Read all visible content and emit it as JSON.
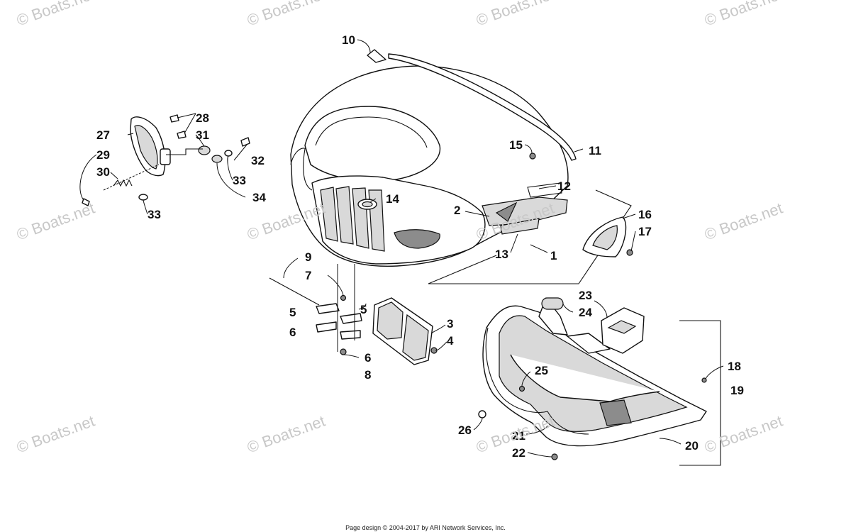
{
  "watermark": {
    "text": "© Boats.net",
    "color": "#c8c8c8"
  },
  "footer": {
    "text": "Page design © 2004-2017 by ARI Network Services, Inc."
  },
  "callouts": [
    {
      "id": "c1",
      "label": "1"
    },
    {
      "id": "c2",
      "label": "2"
    },
    {
      "id": "c3",
      "label": "3"
    },
    {
      "id": "c4",
      "label": "4"
    },
    {
      "id": "c5a",
      "label": "5"
    },
    {
      "id": "c5b",
      "label": "5"
    },
    {
      "id": "c6a",
      "label": "6"
    },
    {
      "id": "c6b",
      "label": "6"
    },
    {
      "id": "c7",
      "label": "7"
    },
    {
      "id": "c8",
      "label": "8"
    },
    {
      "id": "c9",
      "label": "9"
    },
    {
      "id": "c10",
      "label": "10"
    },
    {
      "id": "c11",
      "label": "11"
    },
    {
      "id": "c12",
      "label": "12"
    },
    {
      "id": "c13",
      "label": "13"
    },
    {
      "id": "c14",
      "label": "14"
    },
    {
      "id": "c15",
      "label": "15"
    },
    {
      "id": "c16",
      "label": "16"
    },
    {
      "id": "c17",
      "label": "17"
    },
    {
      "id": "c18",
      "label": "18"
    },
    {
      "id": "c19",
      "label": "19"
    },
    {
      "id": "c20",
      "label": "20"
    },
    {
      "id": "c21",
      "label": "21"
    },
    {
      "id": "c22",
      "label": "22"
    },
    {
      "id": "c23",
      "label": "23"
    },
    {
      "id": "c24",
      "label": "24"
    },
    {
      "id": "c25",
      "label": "25"
    },
    {
      "id": "c26",
      "label": "26"
    },
    {
      "id": "c27",
      "label": "27"
    },
    {
      "id": "c28",
      "label": "28"
    },
    {
      "id": "c29",
      "label": "29"
    },
    {
      "id": "c30",
      "label": "30"
    },
    {
      "id": "c31",
      "label": "31"
    },
    {
      "id": "c32",
      "label": "32"
    },
    {
      "id": "c33a",
      "label": "33"
    },
    {
      "id": "c33b",
      "label": "33"
    },
    {
      "id": "c34",
      "label": "34"
    }
  ]
}
